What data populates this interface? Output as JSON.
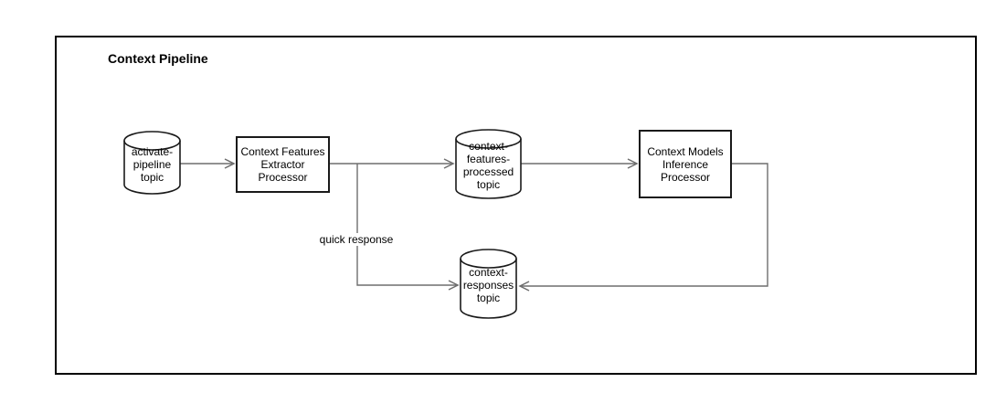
{
  "diagram": {
    "title": "Context Pipeline",
    "nodes": {
      "activate_topic": {
        "shape": "cylinder",
        "label": "activate-\npipeline\ntopic"
      },
      "features_extractor": {
        "shape": "process",
        "label": "Context Features\nExtractor\nProcessor"
      },
      "features_processed_topic": {
        "shape": "cylinder",
        "label": "context-\nfeatures-\nprocessed\ntopic"
      },
      "models_inference": {
        "shape": "process",
        "label": "Context Models\nInference\nProcessor"
      },
      "responses_topic": {
        "shape": "cylinder",
        "label": "context-\nresponses\ntopic"
      }
    },
    "edge_labels": {
      "quick_response": "quick response"
    },
    "colors": {
      "connector": "#6e6e6e",
      "shape_stroke": "#1a1a1a",
      "canvas_border": "#000000",
      "text": "#000000",
      "background": "#ffffff"
    }
  }
}
